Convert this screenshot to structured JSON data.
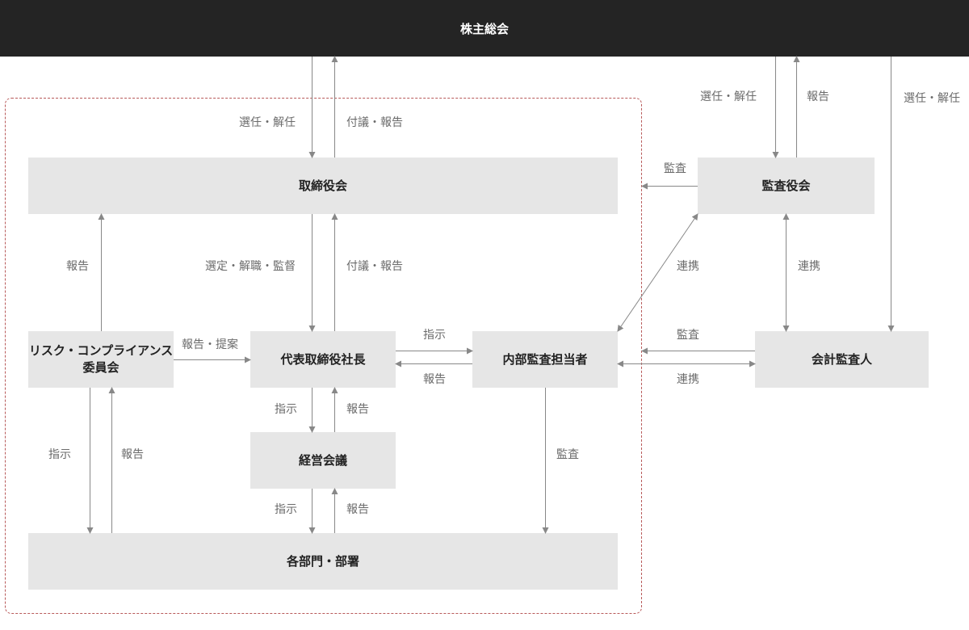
{
  "nodes": {
    "shareholders": "株主総会",
    "board": "取締役会",
    "audit_board": "監査役会",
    "risk_committee_line1": "リスク・コンプライアンス",
    "risk_committee_line2": "委員会",
    "president": "代表取締役社長",
    "internal_audit": "内部監査担当者",
    "accounting_auditor": "会計監査人",
    "management_meeting": "経営会議",
    "departments": "各部門・部署"
  },
  "labels": {
    "sh_board_down": "選任・解任",
    "sh_board_up": "付議・報告",
    "sh_audit_down": "選任・解任",
    "sh_audit_up": "報告",
    "sh_accounting": "選任・解任",
    "audit_to_board": "監査",
    "risk_to_board": "報告",
    "board_to_president": "選定・解職・監督",
    "president_to_board": "付議・報告",
    "audit_internal_link": "連携",
    "audit_accounting_link": "連携",
    "risk_to_president": "報告・提案",
    "president_to_internal": "指示",
    "internal_to_president": "報告",
    "accounting_to_internal": "監査",
    "internal_accounting_link": "連携",
    "president_to_meeting": "指示",
    "meeting_to_president": "報告",
    "risk_to_depts": "指示",
    "depts_to_risk": "報告",
    "internal_to_depts": "監査",
    "meeting_to_depts": "指示",
    "depts_to_meeting": "報告"
  },
  "colors": {
    "top_bar": "#242424",
    "box_fill": "#e6e6e6",
    "connector": "#888888",
    "governance_border": "#b85a5a"
  }
}
